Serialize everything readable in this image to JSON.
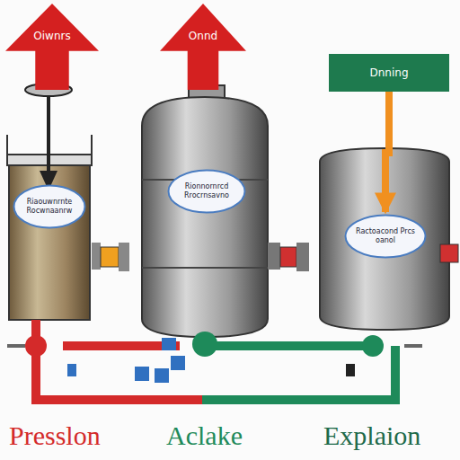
{
  "diagram": {
    "nodes": [
      {
        "text": [
          "Oiwnrs"
        ]
      },
      {
        "text": [
          "Onnd"
        ]
      },
      {
        "text": [
          "Dnning"
        ]
      },
      {
        "text": [
          "Riaouwnrnte Rocwnaanrw"
        ]
      },
      {
        "text": [
          "Rionnornrcd Rrocrnsavno"
        ]
      },
      {
        "text": [
          "Ractoacond Prcs oanol"
        ]
      }
    ],
    "edges": [
      {
        "from": 2,
        "to": 5,
        "arrow": "to"
      }
    ],
    "labels": [
      "Presslon",
      "Aclake",
      "Explaion"
    ]
  }
}
